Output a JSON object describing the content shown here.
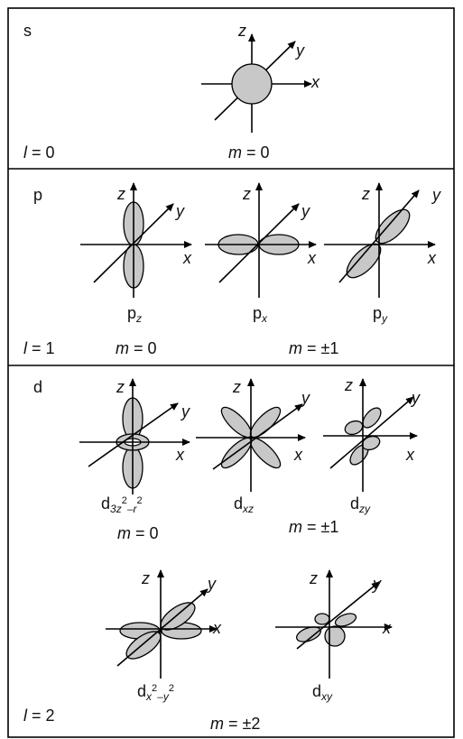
{
  "sections": {
    "s": {
      "letter": "s",
      "l_label": "l",
      "l_value": " = 0",
      "m_label": "m",
      "m_value": " = 0"
    },
    "p": {
      "letter": "p",
      "l_label": "l",
      "l_value": " = 1",
      "m0_label": "m",
      "m0_value": " = 0",
      "m1_label": "m",
      "m1_value": " = ±1",
      "orbitals": [
        {
          "name": "p",
          "sub": "z"
        },
        {
          "name": "p",
          "sub": "x"
        },
        {
          "name": "p",
          "sub": "y"
        }
      ]
    },
    "d": {
      "letter": "d",
      "l_label": "l",
      "l_value": " = 2",
      "m0_label": "m",
      "m0_value": " = 0",
      "m1_label": "m",
      "m1_value": " = ±1",
      "m2_label": "m",
      "m2_value": " = ±2",
      "orbitals": [
        {
          "name": "d",
          "sub": "3z",
          "sup1": "2",
          "mid": "–r",
          "sup2": "2"
        },
        {
          "name": "d",
          "sub": "xz"
        },
        {
          "name": "d",
          "sub": "zy"
        },
        {
          "name": "d",
          "sub": "x",
          "sup1": "2",
          "mid": "–y",
          "sup2": "2"
        },
        {
          "name": "d",
          "sub": "xy"
        }
      ]
    }
  },
  "axes": {
    "x": "x",
    "y": "y",
    "z": "z"
  },
  "colors": {
    "lobe_fill": "#c8c8c8",
    "stroke": "#000000"
  }
}
